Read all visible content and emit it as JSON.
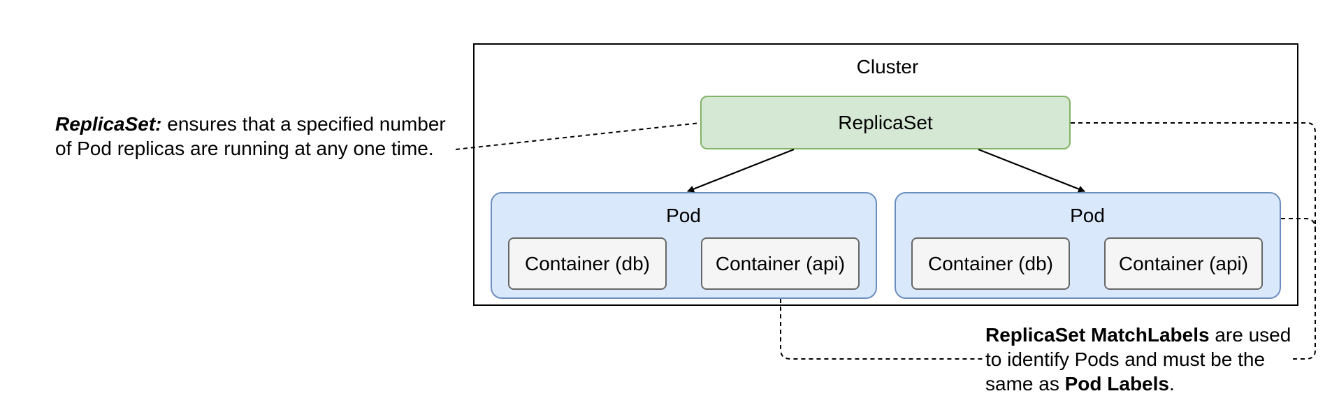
{
  "cluster": {
    "title": "Cluster"
  },
  "replicaset": {
    "label": "ReplicaSet"
  },
  "pods": [
    {
      "title": "Pod",
      "containers": [
        "Container (db)",
        "Container (api)"
      ]
    },
    {
      "title": "Pod",
      "containers": [
        "Container (db)",
        "Container (api)"
      ]
    }
  ],
  "notes": {
    "replicaset_note": {
      "term": "ReplicaSet",
      "colon": ":",
      "text": " ensures that a specified number of Pod replicas are running at any one time."
    },
    "matchlabels_note": {
      "term": "ReplicaSet MatchLabels",
      "text": " are used to identify Pods and must be the same as ",
      "term2": "Pod Labels",
      "end": "."
    }
  },
  "colors": {
    "replicaset_fill": "#d5e8d4",
    "replicaset_stroke": "#82b366",
    "pod_fill": "#dae8fc",
    "pod_stroke": "#6c8ebf",
    "container_fill": "#f5f5f5",
    "container_stroke": "#666666"
  }
}
